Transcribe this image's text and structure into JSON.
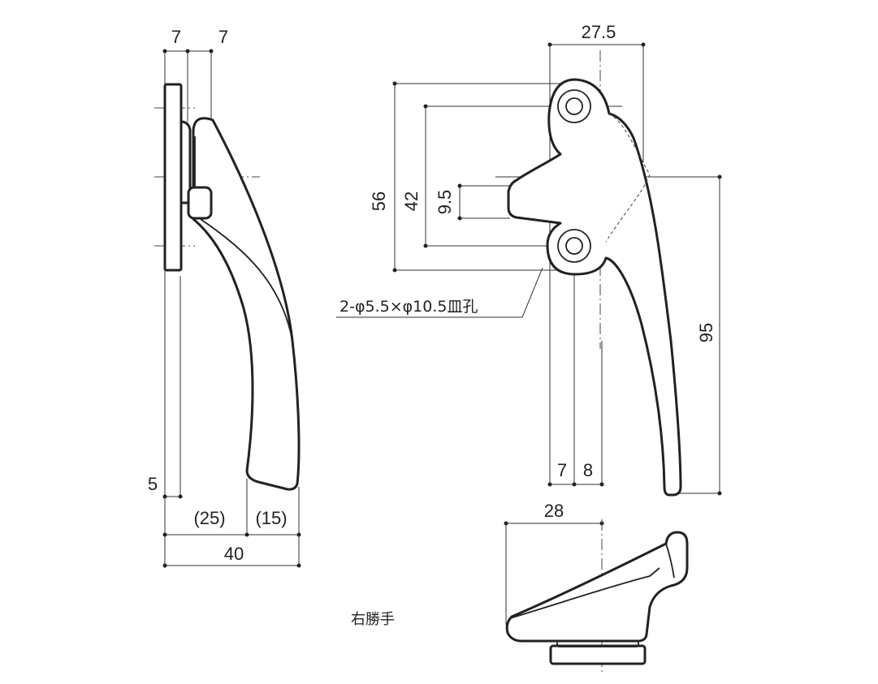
{
  "drawing": {
    "side_view": {
      "dims": {
        "top_left": "7",
        "top_right": "7",
        "bottom_offset": "5",
        "width_25": "(25)",
        "width_15": "(15)",
        "overall_width": "40"
      }
    },
    "front_view": {
      "dims": {
        "top_width": "27.5",
        "hole_outer": "56",
        "hole_pitch": "42",
        "stem": "9.5",
        "overall_height": "95",
        "bottom_7": "7",
        "bottom_8": "8"
      },
      "hole_callout": "2-φ5.5×φ10.5皿孔"
    },
    "bottom_view": {
      "dims": {
        "width": "28"
      }
    },
    "caption": "右勝手"
  },
  "colors": {
    "line": "#222222",
    "background": "#ffffff"
  }
}
